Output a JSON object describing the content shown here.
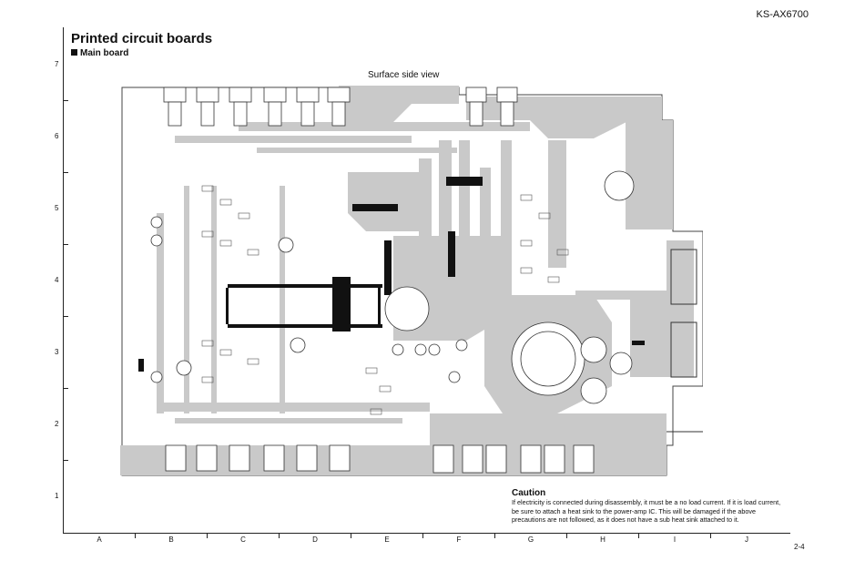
{
  "header": {
    "model": "KS-AX6700",
    "title": "Printed circuit boards",
    "subtitle": "Main board",
    "view_label": "Surface side view"
  },
  "grid": {
    "rows": [
      "7",
      "6",
      "5",
      "4",
      "3",
      "2",
      "1"
    ],
    "columns": [
      "A",
      "B",
      "C",
      "D",
      "E",
      "F",
      "G",
      "H",
      "I",
      "J"
    ]
  },
  "caution": {
    "title": "Caution",
    "text": "If electricity is connected during disassembly, it must be a no load current. If it is load current, be sure to attach a heat sink to the power-amp IC. This will be damaged if the above precautions are not followed, as it does not have a sub heat sink attached to it."
  },
  "page_number": "2-4",
  "colors": {
    "trace": "#c9c9c9",
    "outline": "#444444",
    "component": "#ffffff"
  }
}
